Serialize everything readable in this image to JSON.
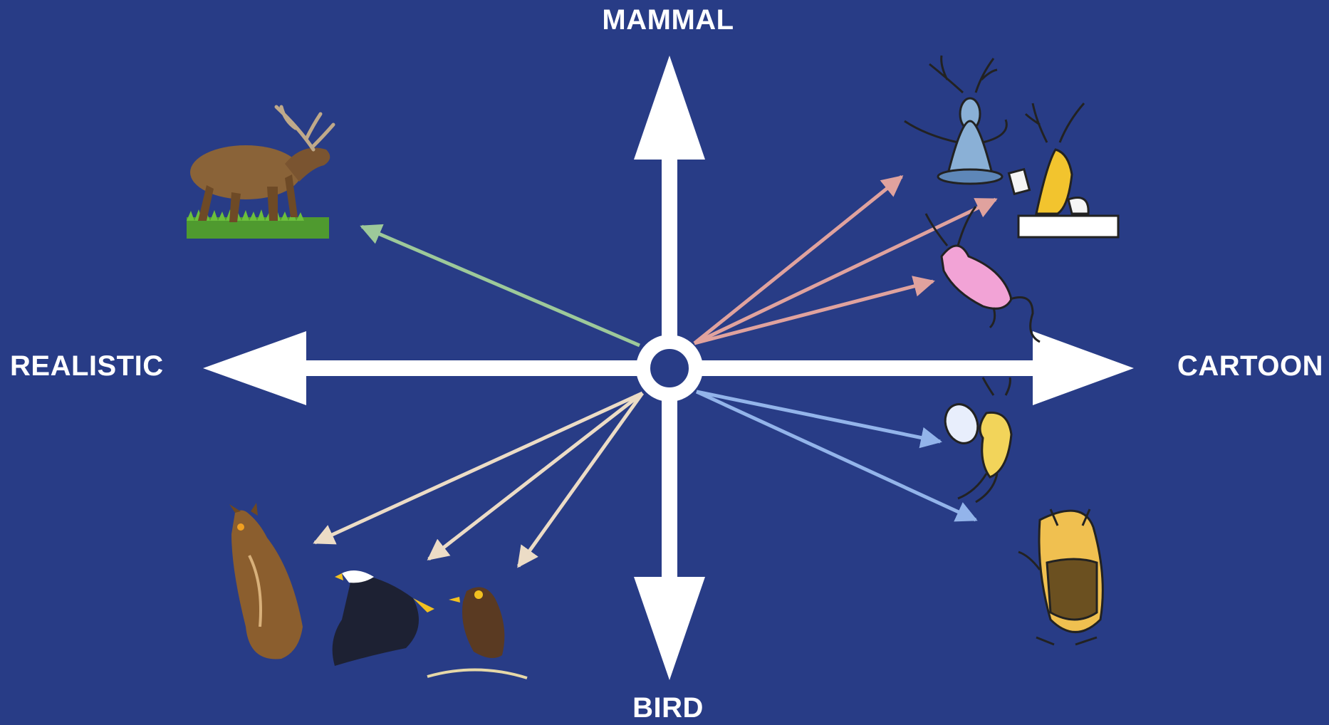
{
  "axes": {
    "top": "MAMMAL",
    "bottom": "BIRD",
    "left": "REALISTIC",
    "right": "CARTOON"
  },
  "colors": {
    "background": "#283c86",
    "axis": "#ffffff",
    "arrow_realistic_mammal": "#9dc99a",
    "arrow_cartoon_mammal": "#e0a29e",
    "arrow_realistic_bird": "#ecdcc6",
    "arrow_cartoon_bird": "#93b4ea"
  },
  "images": [
    {
      "name": "realistic-elk-image",
      "quadrant": "realistic-mammal"
    },
    {
      "name": "cartoon-meditating-deer-image",
      "quadrant": "cartoon-mammal"
    },
    {
      "name": "cartoon-deer-at-desk-image",
      "quadrant": "cartoon-mammal"
    },
    {
      "name": "cartoon-pink-deer-image",
      "quadrant": "cartoon-mammal"
    },
    {
      "name": "cartoon-fairy-bird-image",
      "quadrant": "cartoon-bird"
    },
    {
      "name": "cartoon-owl-in-jacket-image",
      "quadrant": "cartoon-bird"
    },
    {
      "name": "realistic-owl-image",
      "quadrant": "realistic-bird"
    },
    {
      "name": "realistic-eagle-image",
      "quadrant": "realistic-bird"
    },
    {
      "name": "realistic-myna-image",
      "quadrant": "realistic-bird"
    }
  ]
}
